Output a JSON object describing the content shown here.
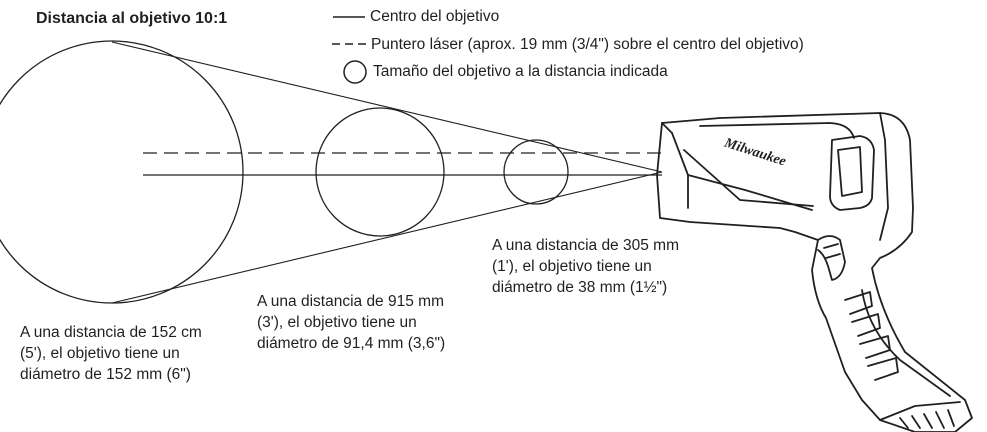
{
  "title": "Distancia al objetivo 10:1",
  "legend": {
    "center_line": "Centro del objetivo",
    "laser_pointer": "Puntero láser (aprox. 19 mm (3/4\") sobre el centro del objetivo)",
    "target_size": "Tamaño del objetivo a la distancia indicada"
  },
  "annotations": [
    {
      "lines": [
        "A una distancia de 305 mm",
        "(1'), el objetivo tiene un",
        "diámetro de 38 mm (1½\")"
      ]
    },
    {
      "lines": [
        "A una distancia de 915 mm",
        "(3'), el objetivo tiene un",
        "diámetro de 91,4 mm (3,6\")"
      ]
    },
    {
      "lines": [
        "A una distancia de 152 cm",
        "(5'), el objetivo tiene un",
        "diámetro de 152 mm (6\")"
      ]
    }
  ],
  "brand_logo": "Milwaukee",
  "colors": {
    "ink": "#231f20",
    "background": "#ffffff"
  },
  "icons": [
    "solid-line-icon",
    "dashed-line-icon",
    "circle-outline-icon",
    "thermometer-gun-illustration"
  ]
}
